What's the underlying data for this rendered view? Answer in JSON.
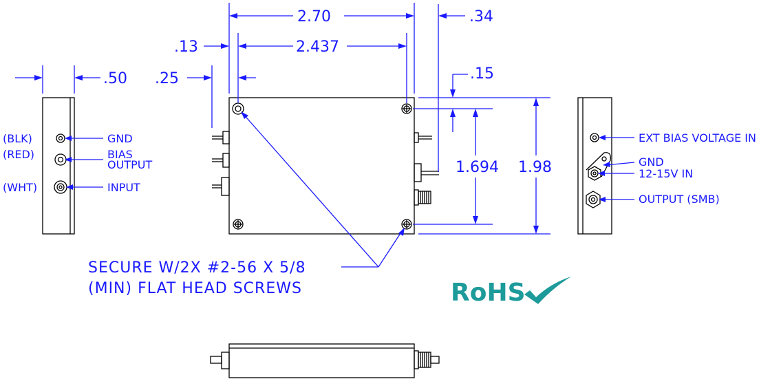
{
  "dimensions": {
    "overall_width": "2.70",
    "hole_spacing": "2.437",
    "connector_overhang": ".34",
    "hole_inset_x": ".13",
    "left_offset": ".25",
    "side_thickness": ".50",
    "hole_inset_y": ".15",
    "hole_spacing_vertical": "1.694",
    "overall_height": "1.98"
  },
  "left_view": {
    "connectors": [
      {
        "color": "(BLK)",
        "label": "GND"
      },
      {
        "color": "(RED)",
        "label_line1": "BIAS",
        "label_line2": "OUTPUT"
      },
      {
        "color": "(WHT)",
        "label": "INPUT"
      }
    ]
  },
  "right_view": {
    "connectors": [
      {
        "label": "EXT BIAS VOLTAGE IN"
      },
      {
        "label": "GND"
      },
      {
        "label": "12-15V IN"
      },
      {
        "label": "OUTPUT (SMB)"
      }
    ]
  },
  "notes": {
    "line1": "SECURE W/2X #2-56 X 5/8",
    "line2": "(MIN) FLAT HEAD SCREWS"
  },
  "rohs": {
    "text": "RoHS",
    "color": "#1d9a9a"
  }
}
